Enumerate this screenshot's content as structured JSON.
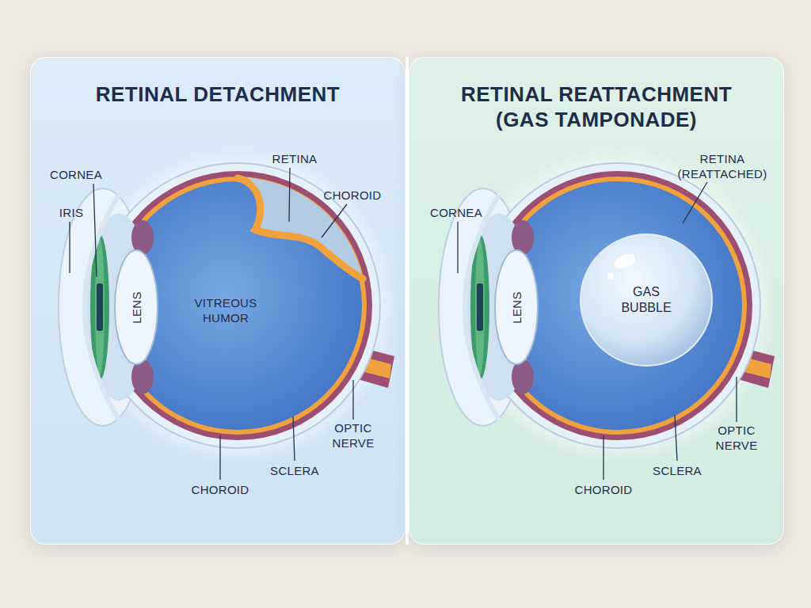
{
  "diagram": {
    "nodes": [
      {
        "text": [
          "RETINAL DETACHMENT"
        ]
      },
      {
        "text": [
          "RETINAL REATTACHMENT (GAS TAMPONADE)"
        ]
      },
      {
        "text": [
          "GAS BUBBLE"
        ],
        "in": 1
      }
    ],
    "labels": [
      "CORNEA",
      "IRIS",
      "LENS",
      "VITREOUS HUMOR",
      "RETINA",
      "CHOROID",
      "OPTIC NERVE",
      "SCLERA",
      "CHOROID",
      "CORNEA",
      "LENS",
      "RETINA (REATTACHED)",
      "OPTIC NERVE",
      "SCLERA",
      "CHOROID"
    ]
  }
}
